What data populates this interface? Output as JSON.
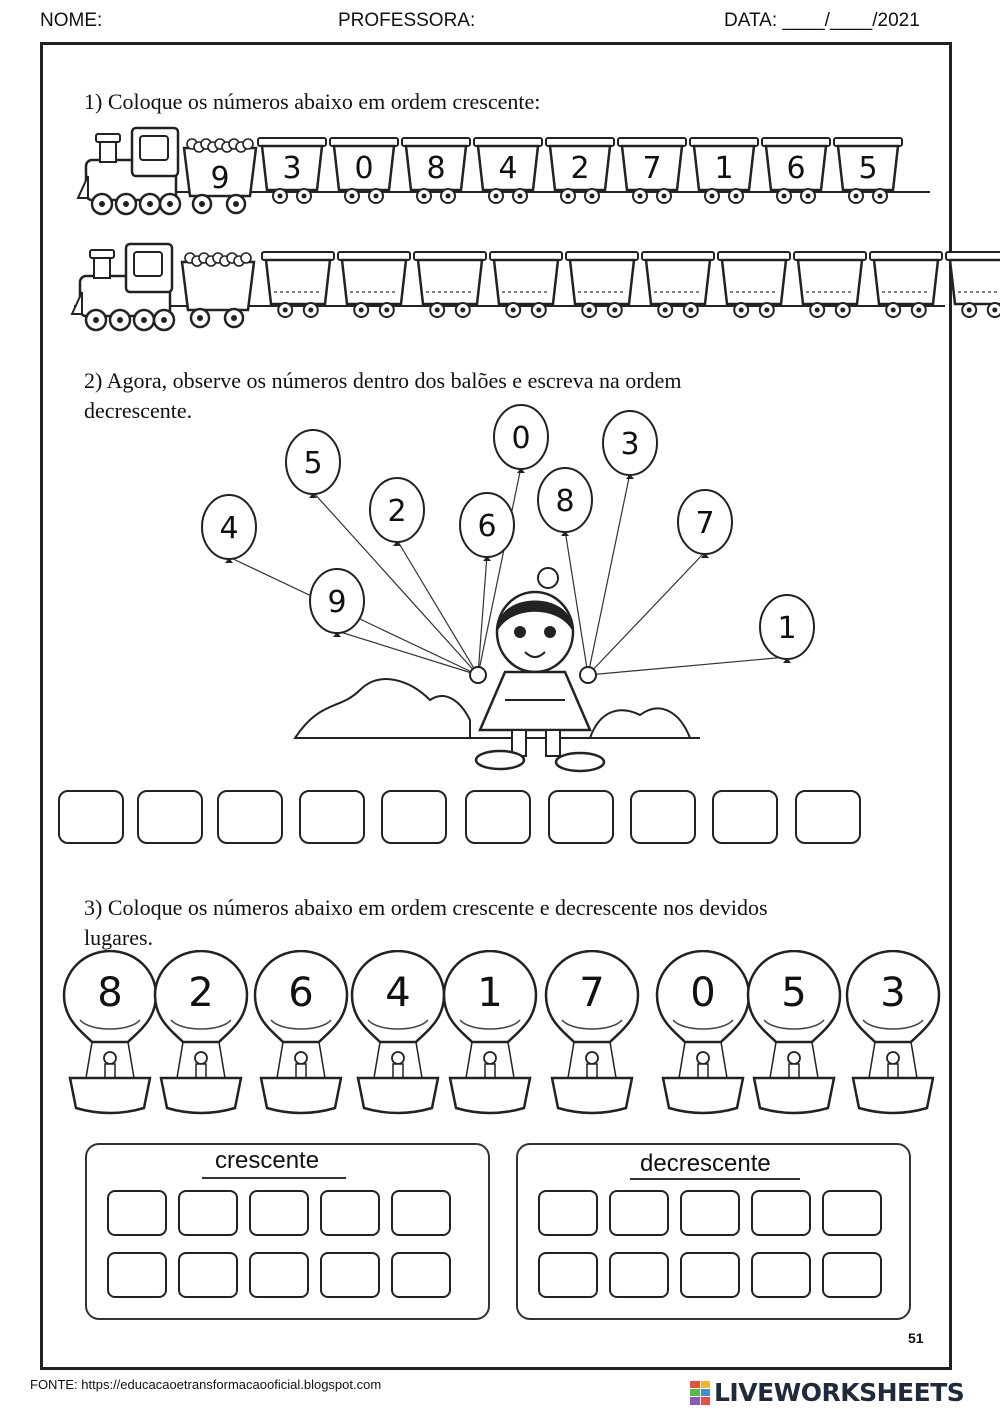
{
  "header": {
    "nome": "NOME:",
    "professora": "PROFESSORA:",
    "data": "DATA: ____/____/2021"
  },
  "q1": {
    "text": "1) Coloque os números abaixo em ordem crescente:",
    "wagon_numbers": [
      "9",
      "3",
      "0",
      "8",
      "4",
      "2",
      "7",
      "1",
      "6",
      "5"
    ],
    "empty_wagons": 10
  },
  "q2": {
    "line1": "2) Agora, observe os números dentro dos balões e escreva na ordem",
    "line2": "decrescente.",
    "balloons": [
      "4",
      "5",
      "2",
      "9",
      "6",
      "0",
      "8",
      "3",
      "7",
      "1"
    ],
    "answer_boxes": 10
  },
  "q3": {
    "line1": "3) Coloque os números abaixo em ordem crescente e decrescente nos devidos",
    "line2": "lugares.",
    "balloons": [
      "8",
      "2",
      "6",
      "4",
      "1",
      "7",
      "0",
      "5",
      "3"
    ],
    "crescente_label": "crescente",
    "decrescente_label": "decrescente"
  },
  "page_number": "51",
  "footer": "FONTE: https://educacaoetransformacaooficial.blogspot.com",
  "brand": "LIVEWORKSHEETS",
  "colors": {
    "brand_text": "#1f2a3a",
    "logo": [
      "#e94f3d",
      "#f3b42d",
      "#57b947",
      "#3d8fd1",
      "#8e58b5",
      "#e94f3d"
    ]
  }
}
